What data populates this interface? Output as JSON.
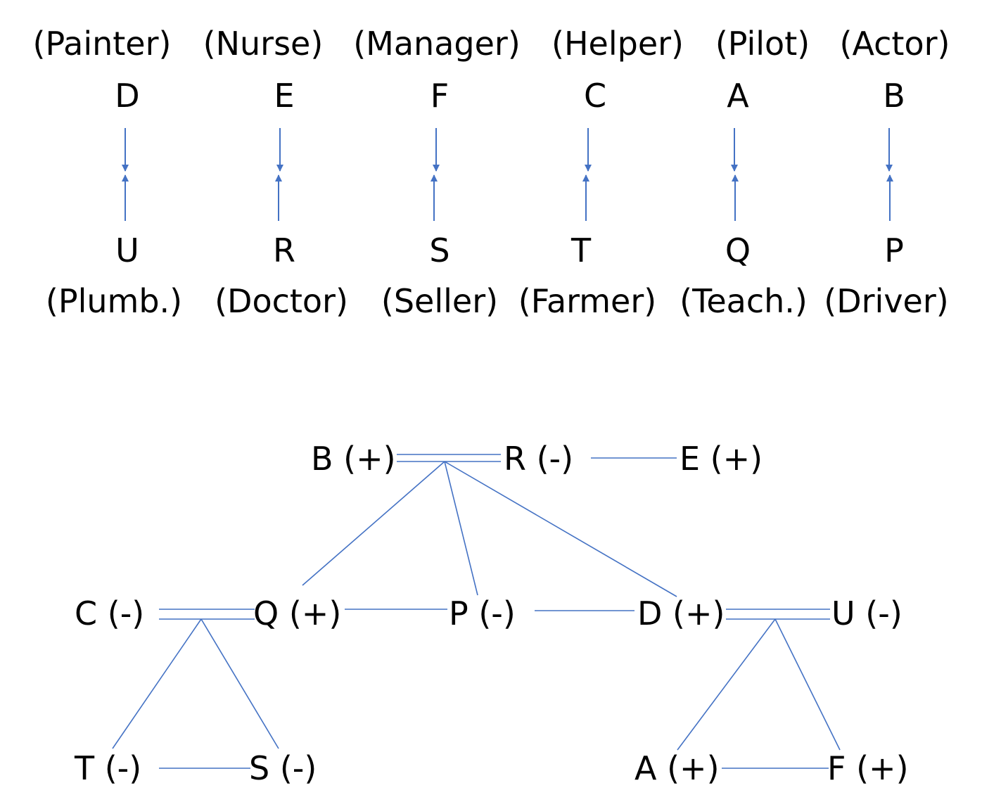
{
  "colors": {
    "line": "#4472C4",
    "text": "#000000",
    "background": "#FFFFFF"
  },
  "pairs": [
    {
      "top_profession": "(Painter)",
      "top_letter": "D",
      "bottom_letter": "U",
      "bottom_profession": "(Plumb.)"
    },
    {
      "top_profession": "(Nurse)",
      "top_letter": "E",
      "bottom_letter": "R",
      "bottom_profession": "(Doctor)"
    },
    {
      "top_profession": "(Manager)",
      "top_letter": "F",
      "bottom_letter": "S",
      "bottom_profession": "(Seller)"
    },
    {
      "top_profession": "(Helper)",
      "top_letter": "C",
      "bottom_letter": "T",
      "bottom_profession": "(Farmer)"
    },
    {
      "top_profession": "(Pilot)",
      "top_letter": "A",
      "bottom_letter": "Q",
      "bottom_profession": "(Teach.)"
    },
    {
      "top_profession": "(Actor)",
      "top_letter": "B",
      "bottom_letter": "P",
      "bottom_profession": "(Driver)"
    }
  ],
  "graph": {
    "nodes": [
      {
        "id": "B",
        "label": "B (+)"
      },
      {
        "id": "R",
        "label": "R (-)"
      },
      {
        "id": "E",
        "label": "E (+)"
      },
      {
        "id": "C",
        "label": "C (-)"
      },
      {
        "id": "Q",
        "label": "Q (+)"
      },
      {
        "id": "P",
        "label": "P (-)"
      },
      {
        "id": "D",
        "label": "D (+)"
      },
      {
        "id": "U",
        "label": "U (-)"
      },
      {
        "id": "T",
        "label": "T (-)"
      },
      {
        "id": "S",
        "label": "S (-)"
      },
      {
        "id": "A",
        "label": "A (+)"
      },
      {
        "id": "F",
        "label": "F (+)"
      }
    ],
    "edges": [
      {
        "from": "B",
        "to": "R",
        "style": "double"
      },
      {
        "from": "R",
        "to": "E",
        "style": "single"
      },
      {
        "from": "B-R",
        "to": "Q",
        "style": "single"
      },
      {
        "from": "B-R",
        "to": "P",
        "style": "single"
      },
      {
        "from": "B-R",
        "to": "D",
        "style": "single"
      },
      {
        "from": "C",
        "to": "Q",
        "style": "double"
      },
      {
        "from": "Q",
        "to": "P",
        "style": "single"
      },
      {
        "from": "P",
        "to": "D",
        "style": "single"
      },
      {
        "from": "D",
        "to": "U",
        "style": "double"
      },
      {
        "from": "C-Q",
        "to": "T",
        "style": "single"
      },
      {
        "from": "C-Q",
        "to": "S",
        "style": "single"
      },
      {
        "from": "T",
        "to": "S",
        "style": "single"
      },
      {
        "from": "D-U",
        "to": "A",
        "style": "single"
      },
      {
        "from": "D-U",
        "to": "F",
        "style": "single"
      },
      {
        "from": "A",
        "to": "F",
        "style": "single"
      }
    ]
  }
}
